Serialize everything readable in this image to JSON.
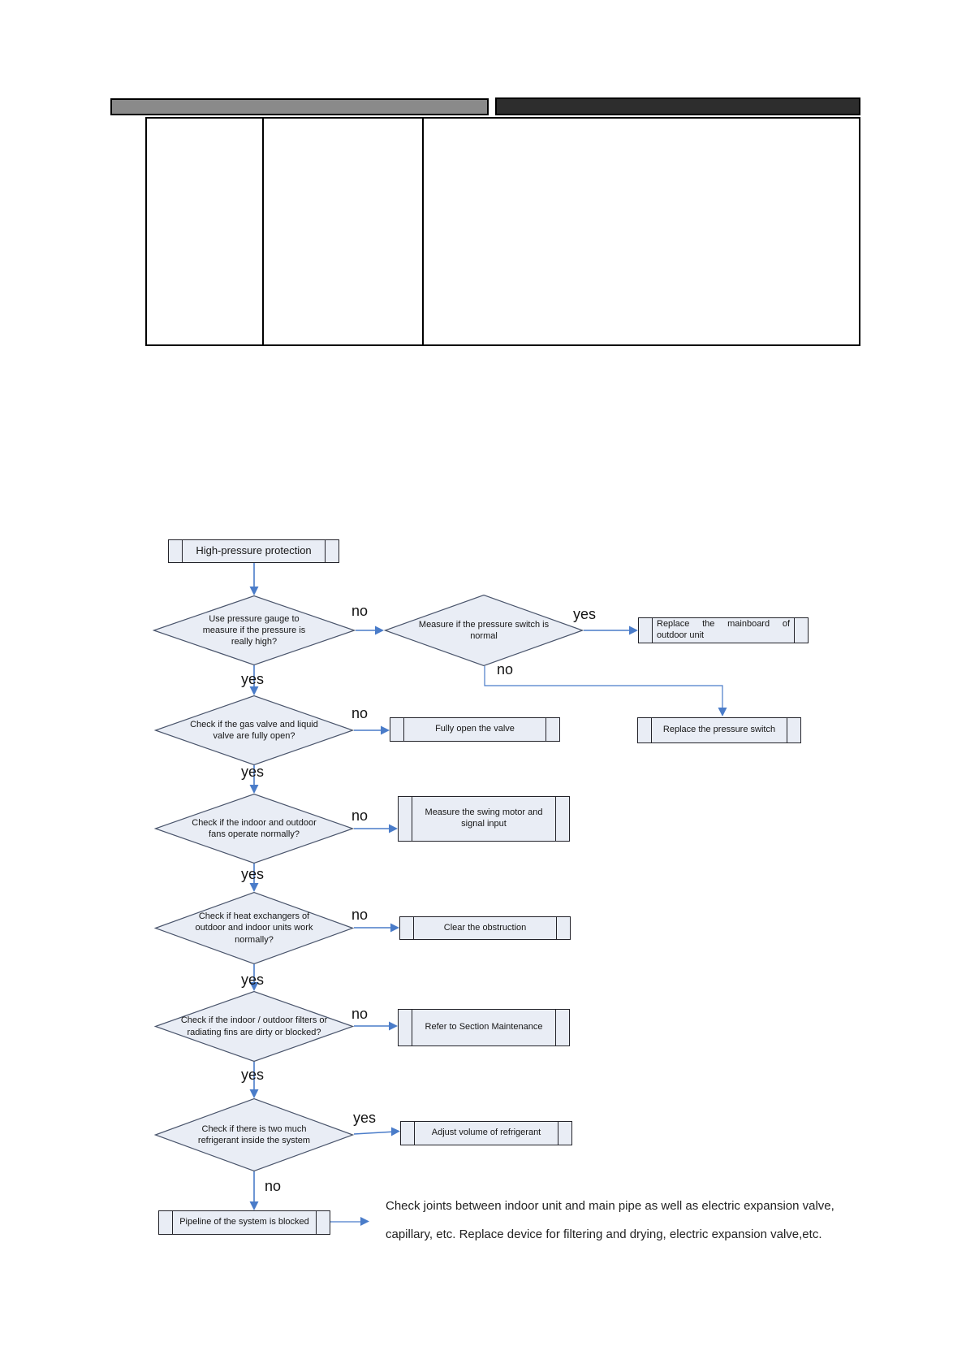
{
  "colors": {
    "header_left_bar": "#8a8a8a",
    "header_right_bar": "#2d2d2d",
    "node_fill": "#e9edf5",
    "diamond_border": "#49546b",
    "box_border": "#23232a",
    "arrow": "#4a7cc9"
  },
  "flowchart": {
    "nodes": {
      "start": {
        "label": "High-pressure protection"
      },
      "d_pressure_gauge": {
        "label": "Use pressure gauge to measure if the pressure is really high?"
      },
      "d_pressure_switch": {
        "label": "Measure if the pressure switch is normal"
      },
      "box_mainboard": {
        "label": "Replace the mainboard of outdoor unit"
      },
      "box_pressure_switch": {
        "label": "Replace the pressure switch"
      },
      "d_gas_valve": {
        "label": "Check if the gas valve and liquid valve are fully open?"
      },
      "box_open_valve": {
        "label": "Fully open the valve"
      },
      "d_fans": {
        "label": "Check if the indoor and outdoor fans operate normally?"
      },
      "box_swing_motor": {
        "label": "Measure the swing motor and signal input"
      },
      "d_heat_exchangers": {
        "label": "Check if heat exchangers of outdoor and indoor units work normally?"
      },
      "box_clear_obstruction": {
        "label": "Clear the obstruction"
      },
      "d_filters": {
        "label": "Check if the indoor / outdoor filters or radiating fins are dirty or blocked?"
      },
      "box_refer_maintenance": {
        "label": "Refer to Section Maintenance"
      },
      "d_refrigerant": {
        "label": "Check if there is two much refrigerant inside the system"
      },
      "box_adjust_refrigerant": {
        "label": "Adjust volume of refrigerant"
      },
      "box_pipeline_blocked": {
        "label": "Pipeline of the system is blocked"
      }
    },
    "edge_labels": {
      "pressure_gauge_no": "no",
      "pressure_gauge_yes": "yes",
      "pressure_switch_yes": "yes",
      "pressure_switch_no": "no",
      "gas_valve_no": "no",
      "gas_valve_yes": "yes",
      "fans_no": "no",
      "fans_yes": "yes",
      "heat_no": "no",
      "heat_yes": "yes",
      "filters_no": "no",
      "filters_yes": "yes",
      "refrigerant_yes": "yes",
      "refrigerant_no": "no"
    },
    "note_line1": "Check joints between indoor unit and main pipe as well as electric expansion valve,",
    "note_line2": "capillary, etc. Replace device for filtering and drying, electric expansion valve,etc."
  }
}
